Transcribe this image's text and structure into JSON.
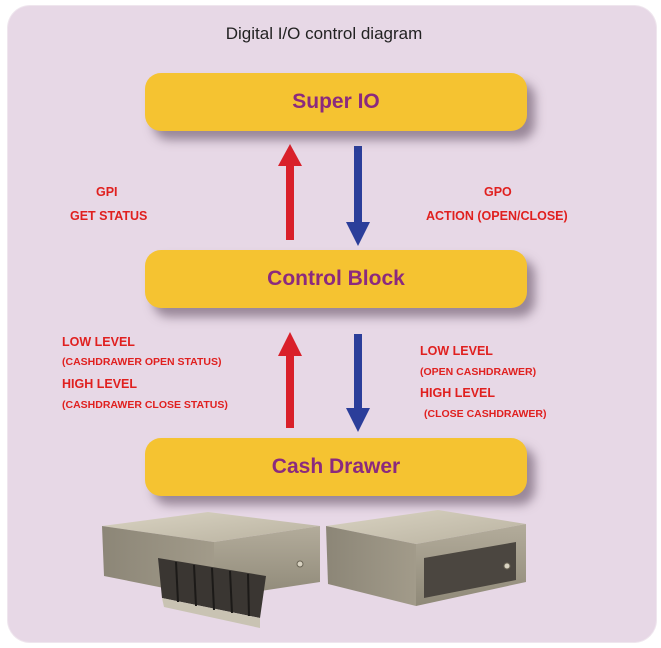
{
  "title": "Digital I/O control diagram",
  "blocks": {
    "super_io": "Super IO",
    "control_block": "Control Block",
    "cash_drawer": "Cash Drawer"
  },
  "labels": {
    "gpi": "GPI",
    "get_status": "GET STATUS",
    "gpo": "GPO",
    "action": "ACTION (OPEN/CLOSE)",
    "low_level_left": "LOW LEVEL",
    "open_status": "(CASHDRAWER OPEN STATUS)",
    "high_level_left": "HIGH LEVEL",
    "close_status": "(CASHDRAWER CLOSE STATUS)",
    "low_level_right": "LOW LEVEL",
    "open_cashdrawer": "(OPEN CASHDRAWER)",
    "high_level_right": "HIGH LEVEL",
    "close_cashdrawer": "(CLOSE CASHDRAWER)"
  },
  "colors": {
    "panel": "#e7d8e6",
    "block": "#f5c331",
    "block_text": "#8b2a7e",
    "label_red": "#e0201f",
    "arrow_up": "#d9202a",
    "arrow_down": "#2b3e9a"
  }
}
